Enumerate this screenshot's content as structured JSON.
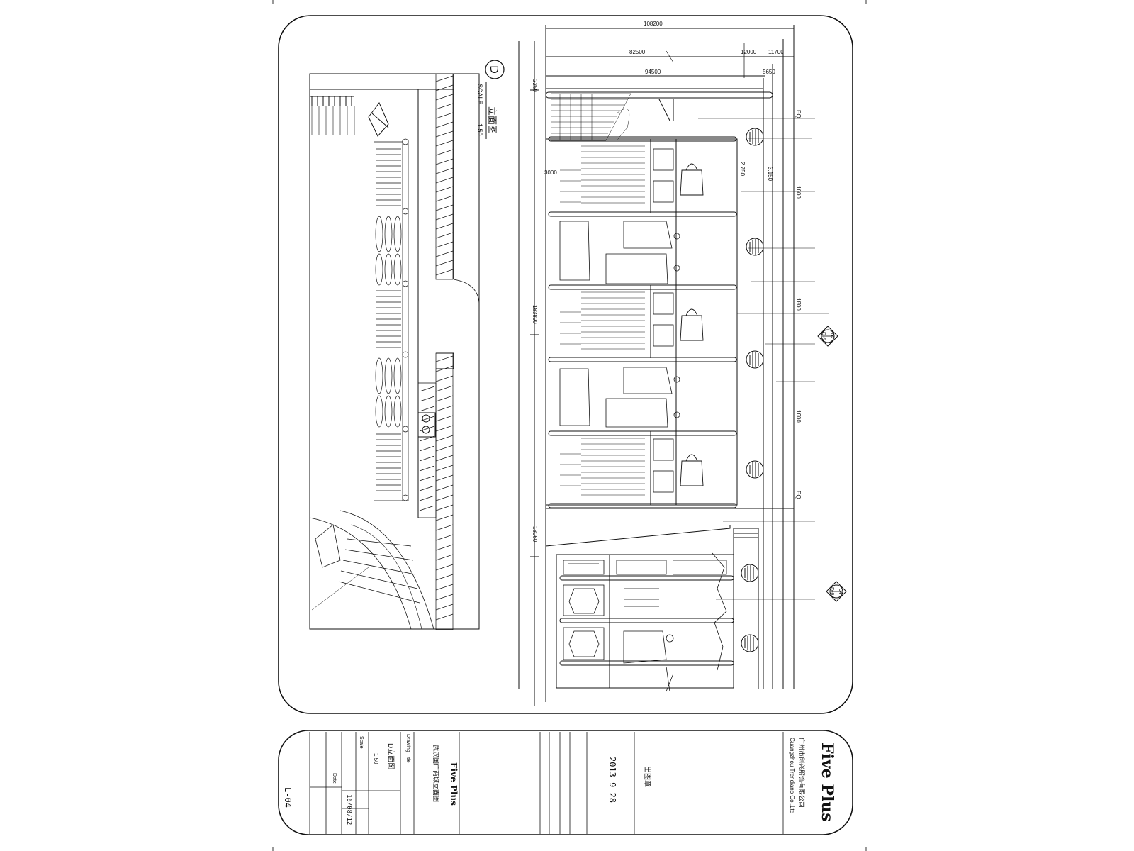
{
  "view": {
    "marker": "D",
    "scale_label": "SCALE",
    "scale_value": "1:50",
    "title_glyphs": "立面图"
  },
  "dimensions": {
    "overall_width": "108200",
    "segment_a": "82500",
    "segment_b": "12000",
    "segment_c": "11700",
    "segment_d": "94500",
    "segment_e": "5650",
    "left_top": "2250",
    "height_main": "183890",
    "height_lower": "18060",
    "level_a": "3000",
    "level_b": "2.750",
    "level_c": "3.150",
    "bay_a": "1600",
    "bay_b": "1800",
    "bay_c": "1600",
    "eq_top": "EQ",
    "eq_bottom": "EQ"
  },
  "section_markers": [
    {
      "top": "02",
      "bottom": "D-6"
    },
    {
      "top": "04",
      "bottom": "D-6"
    }
  ],
  "title_block": {
    "brand": "Five Plus",
    "company_cn": "广州市创兴服饰有限公司",
    "company_en": "Guangzhou Trendiano Co.,Ltd",
    "date": "2013  9  28",
    "stamp": "出图章",
    "brand_small": "Five Plus",
    "project": "武汉国广商城立面图",
    "drawing_title_label": "Drawing Title",
    "drawing_title": "D立面图",
    "scale_label": "Scale",
    "scale_value": "1:50",
    "date_label": "Date",
    "date_value": "16/08/12",
    "drawing_no": "L-04"
  }
}
